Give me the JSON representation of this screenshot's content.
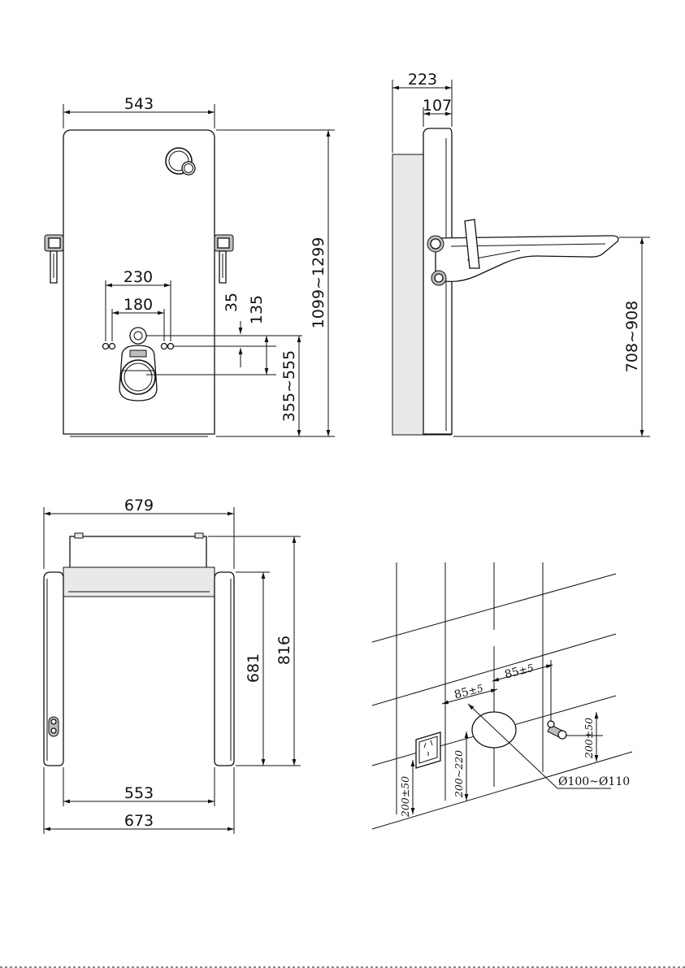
{
  "colors": {
    "ink": "#111111",
    "panel": "#ffffff",
    "shade": "#e9e9e9",
    "accent_fill": "#bdbdbd"
  },
  "icons": [
    "cistern-button-icon",
    "grab-bar-icon",
    "power-socket-icon",
    "water-valve-icon",
    "drain-pipe-icon"
  ],
  "front_view": {
    "width": "543",
    "height_range": "1099~1299",
    "bolt_outer": "230",
    "bolt_inner": "180",
    "offset_small": "35",
    "offset_medium": "135",
    "outlet_height": "355~555"
  },
  "side_view": {
    "depth_total": "223",
    "depth_frame": "107",
    "seat_height": "708~908"
  },
  "top_view": {
    "width_top": "679",
    "depth_total": "816",
    "depth_frame": "681",
    "width_inner": "553",
    "width_bottom": "673"
  },
  "install_view": {
    "spacing_left": "85",
    "spacing_left_tol": "±5",
    "spacing_right": "85",
    "spacing_right_tol": "±5",
    "socket_height": "200±50",
    "drain_height": "200~220",
    "valve_height": "200±50",
    "drain_diameter": "Ø100~Ø110"
  }
}
